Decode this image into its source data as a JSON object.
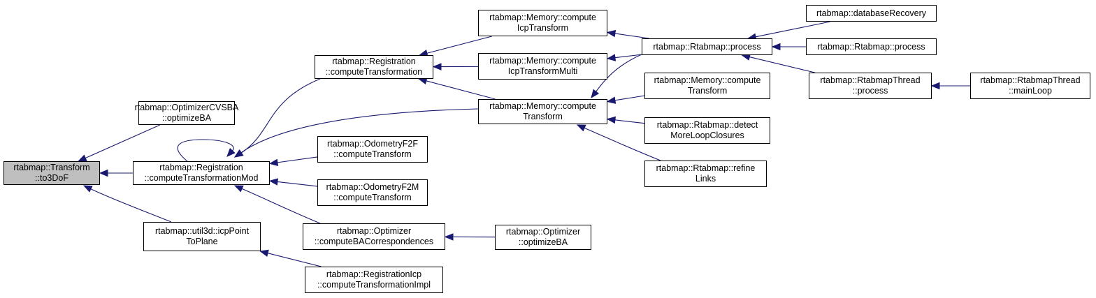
{
  "graph": {
    "edge_color": "#191970",
    "root_fill": "#bfbfbf",
    "nodes": [
      {
        "id": "to3dof",
        "lines": [
          "rtabmap::Transform",
          "::to3DoF"
        ]
      },
      {
        "id": "optcvsba",
        "lines": [
          "rtabmap::OptimizerCVSBA",
          "::optimizeBA"
        ]
      },
      {
        "id": "regctmod",
        "lines": [
          "rtabmap::Registration",
          "::computeTransformationMod"
        ]
      },
      {
        "id": "icpp2p",
        "lines": [
          "rtabmap::util3d::icpPoint",
          "ToPlane"
        ]
      },
      {
        "id": "regct",
        "lines": [
          "rtabmap::Registration",
          "::computeTransformation"
        ]
      },
      {
        "id": "memicp",
        "lines": [
          "rtabmap::Memory::compute",
          "IcpTransform"
        ]
      },
      {
        "id": "memicpmulti",
        "lines": [
          "rtabmap::Memory::compute",
          "IcpTransformMulti"
        ]
      },
      {
        "id": "memct",
        "lines": [
          "rtabmap::Memory::compute",
          "Transform"
        ]
      },
      {
        "id": "odof2f",
        "lines": [
          "rtabmap::OdometryF2F",
          "::computeTransform"
        ]
      },
      {
        "id": "odof2m",
        "lines": [
          "rtabmap::OdometryF2M",
          "::computeTransform"
        ]
      },
      {
        "id": "optbacorr",
        "lines": [
          "rtabmap::Optimizer",
          "::computeBACorrespondences"
        ]
      },
      {
        "id": "regicpimpl",
        "lines": [
          "rtabmap::RegistrationIcp",
          "::computeTransformationImpl"
        ]
      },
      {
        "id": "optba",
        "lines": [
          "rtabmap::Optimizer",
          "::optimizeBA"
        ]
      },
      {
        "id": "rtprocess",
        "lines": [
          "rtabmap::Rtabmap::process"
        ]
      },
      {
        "id": "memct2",
        "lines": [
          "rtabmap::Memory::compute",
          "Transform"
        ]
      },
      {
        "id": "detectloop",
        "lines": [
          "rtabmap::Rtabmap::detect",
          "MoreLoopClosures"
        ]
      },
      {
        "id": "refine",
        "lines": [
          "rtabmap::Rtabmap::refine",
          "Links"
        ]
      },
      {
        "id": "dbrecovery",
        "lines": [
          "rtabmap::databaseRecovery"
        ]
      },
      {
        "id": "rtprocess2",
        "lines": [
          "rtabmap::Rtabmap::process"
        ]
      },
      {
        "id": "threadproc",
        "lines": [
          "rtabmap::RtabmapThread",
          "::process"
        ]
      },
      {
        "id": "mainloop",
        "lines": [
          "rtabmap::RtabmapThread",
          "::mainLoop"
        ]
      }
    ],
    "edges": [
      {
        "from": "optcvsba",
        "to": "to3dof"
      },
      {
        "from": "regctmod",
        "to": "to3dof"
      },
      {
        "from": "icpp2p",
        "to": "to3dof"
      },
      {
        "from": "regct",
        "to": "regctmod"
      },
      {
        "from": "memct",
        "to": "regctmod"
      },
      {
        "from": "regctmod",
        "to": "regctmod"
      },
      {
        "from": "odof2f",
        "to": "regctmod"
      },
      {
        "from": "odof2m",
        "to": "regctmod"
      },
      {
        "from": "optbacorr",
        "to": "regctmod"
      },
      {
        "from": "regicpimpl",
        "to": "icpp2p"
      },
      {
        "from": "memicp",
        "to": "regct"
      },
      {
        "from": "memicpmulti",
        "to": "regct"
      },
      {
        "from": "memct",
        "to": "regct"
      },
      {
        "from": "optba",
        "to": "optbacorr"
      },
      {
        "from": "rtprocess",
        "to": "memicp"
      },
      {
        "from": "rtprocess",
        "to": "memicpmulti"
      },
      {
        "from": "rtprocess",
        "to": "memct"
      },
      {
        "from": "memct2",
        "to": "memct"
      },
      {
        "from": "detectloop",
        "to": "memct"
      },
      {
        "from": "refine",
        "to": "memct"
      },
      {
        "from": "dbrecovery",
        "to": "rtprocess"
      },
      {
        "from": "rtprocess2",
        "to": "rtprocess"
      },
      {
        "from": "threadproc",
        "to": "rtprocess"
      },
      {
        "from": "mainloop",
        "to": "threadproc"
      }
    ]
  }
}
